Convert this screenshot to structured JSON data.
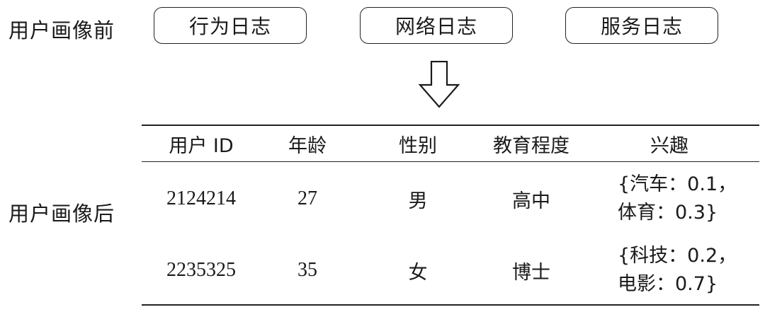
{
  "labels": {
    "before": "用户画像前",
    "after": "用户画像后"
  },
  "log_boxes": [
    "行为日志",
    "网络日志",
    "服务日志"
  ],
  "table": {
    "headers": [
      "用户 ID",
      "年龄",
      "性别",
      "教育程度",
      "兴趣"
    ],
    "rows": [
      {
        "user_id": "2124214",
        "age": "27",
        "gender": "男",
        "education": "高中",
        "interest_line1": "{汽车：0.1，",
        "interest_line2": "体育：0.3}"
      },
      {
        "user_id": "2235325",
        "age": "35",
        "gender": "女",
        "education": "博士",
        "interest_line1": "{科技：0.2，",
        "interest_line2": "电影：0.7}"
      }
    ]
  },
  "icons": {
    "arrow": "down-arrow-icon"
  }
}
